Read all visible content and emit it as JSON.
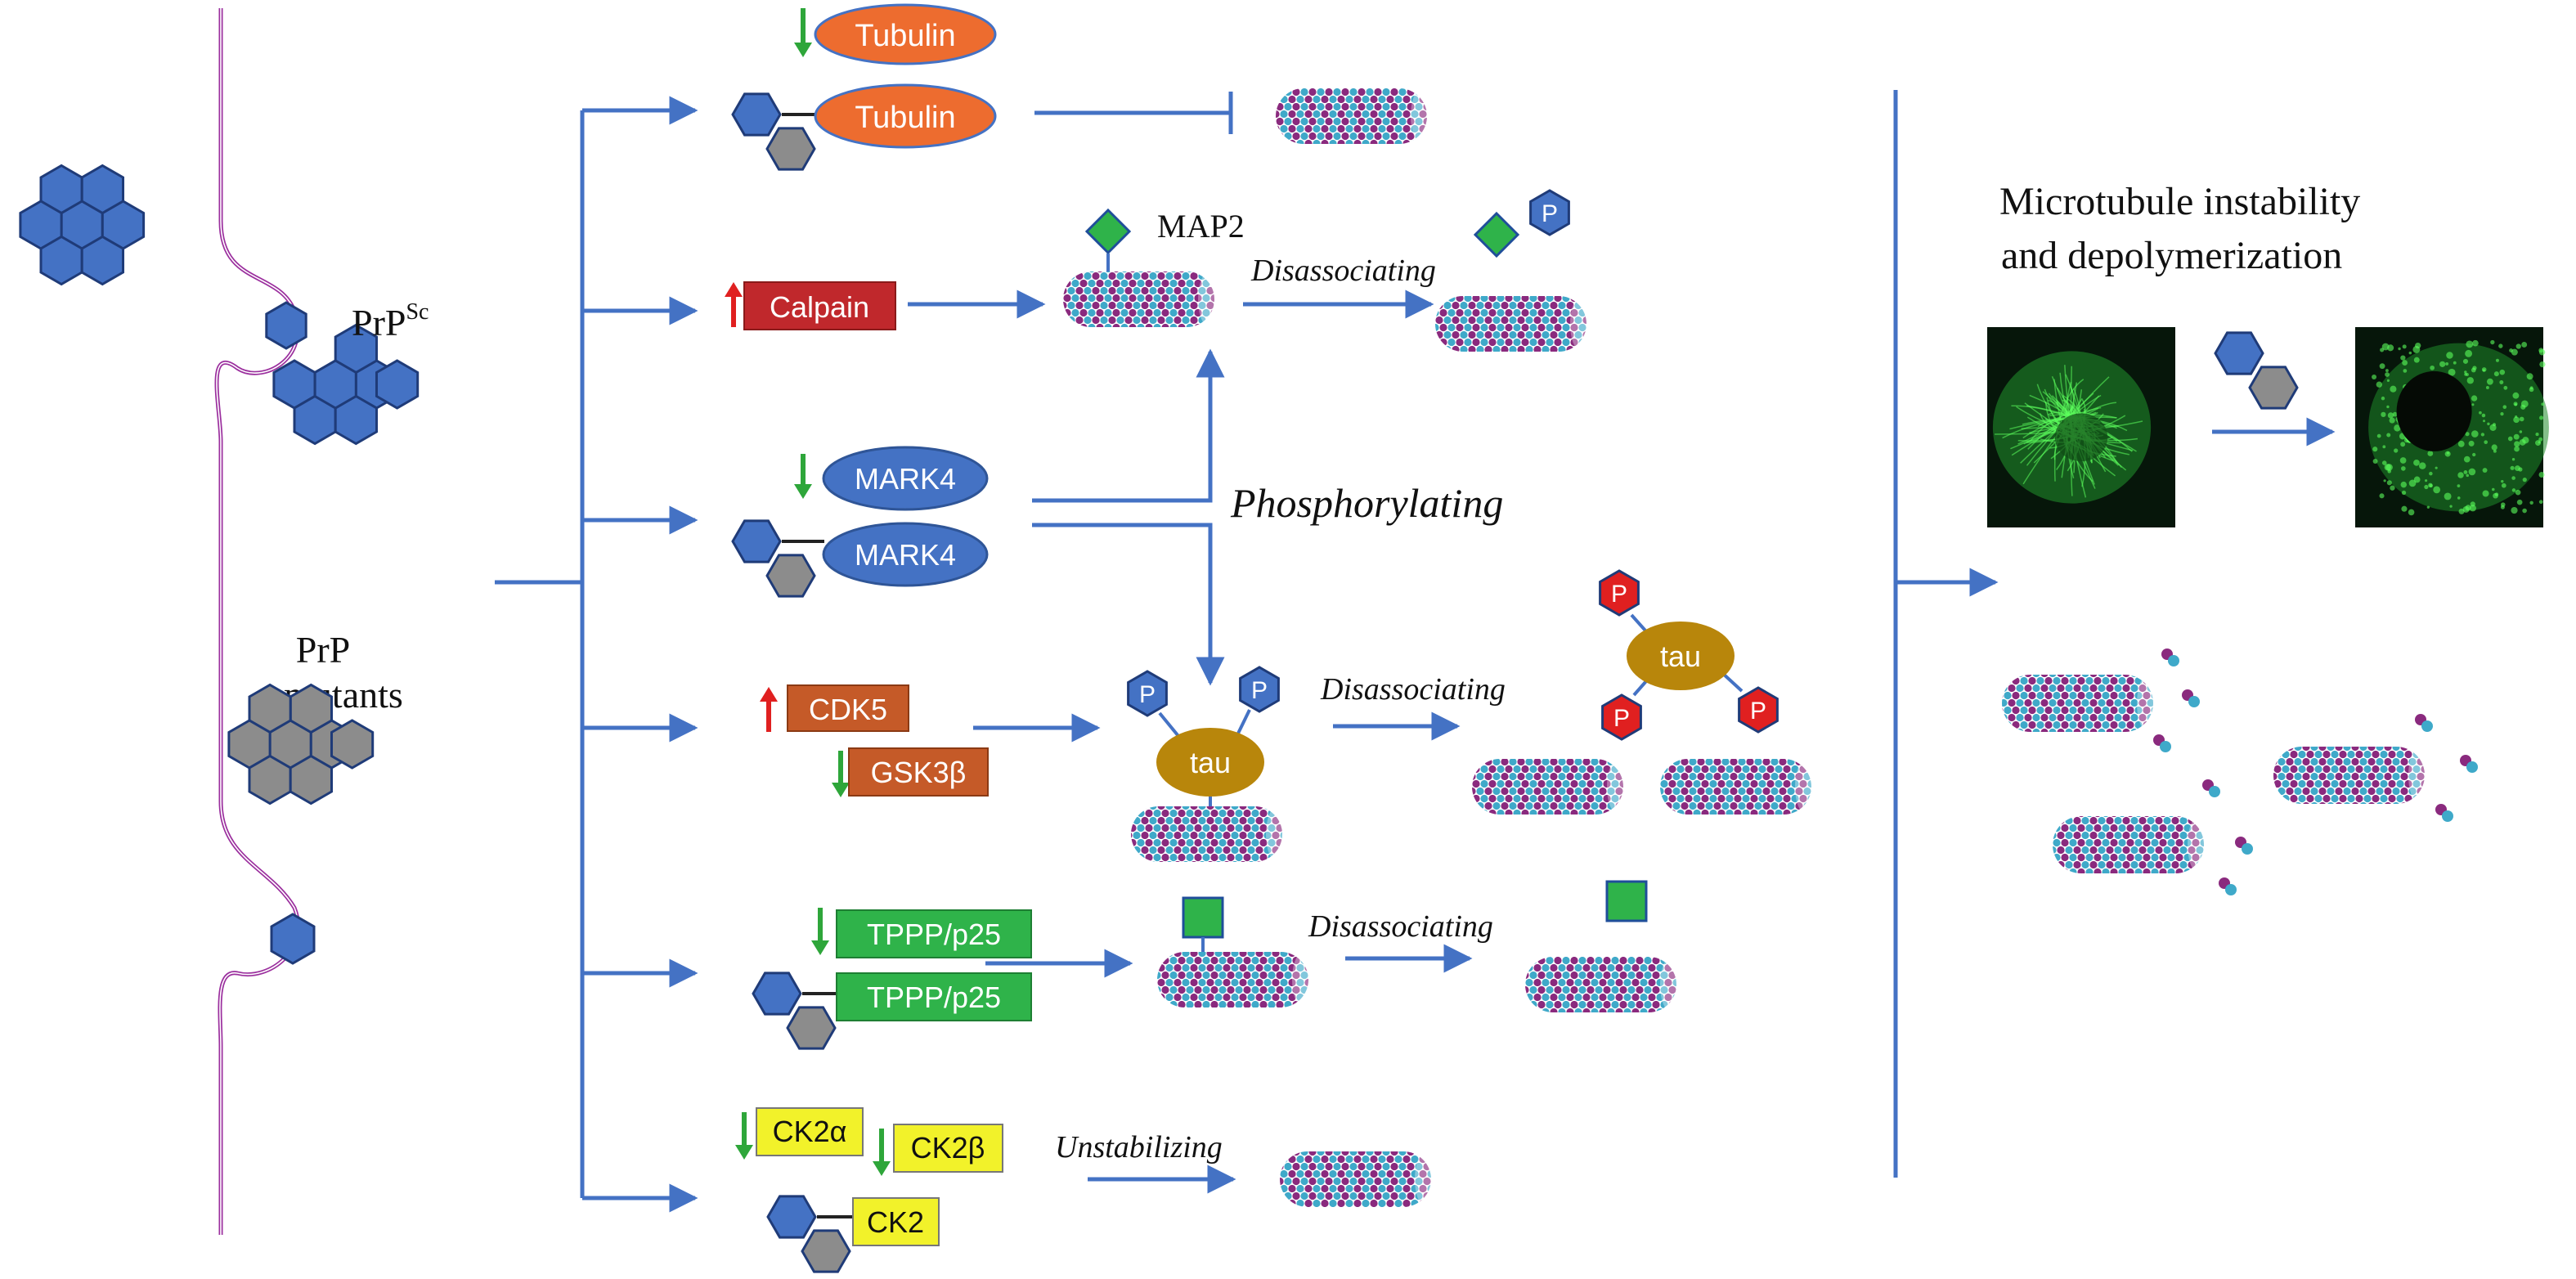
{
  "membrane": {
    "prpsc_label": "PrP",
    "prpsc_sup": "Sc",
    "mutants_line1": "PrP",
    "mutants_line2": "mutants"
  },
  "pathways": {
    "tubulin": {
      "label": "Tubulin"
    },
    "calpain": {
      "label": "Calpain",
      "map2": "MAP2",
      "action": "Disassociating",
      "p": "P"
    },
    "mark4": {
      "label": "MARK4",
      "action": "Phosphorylating"
    },
    "cdk5": {
      "cdk5": "CDK5",
      "gsk3b": "GSK3β",
      "tau": "tau",
      "action": "Disassociating",
      "p": "P"
    },
    "tppp": {
      "label": "TPPP/p25",
      "action": "Disassociating"
    },
    "ck2": {
      "alpha": "CK2α",
      "beta": "CK2β",
      "ck2": "CK2",
      "action": "Unstabilizing"
    }
  },
  "outcome": {
    "title_line1": "Microtubule instability",
    "title_line2": "and depolymerization"
  },
  "colors": {
    "arrow": "#4472c4",
    "prion_blue": "#4472c4",
    "prion_grey": "#8c8c8c",
    "membrane": "#9b2f9e",
    "tubulin": "#ed6c2f",
    "calpain": "#c0282c",
    "mark4": "#4472c4",
    "kinase": "#c55a28",
    "tppp": "#2fb34a",
    "ck2": "#f2f22a",
    "tau": "#b8860b",
    "up_arrow": "#e02020",
    "down_arrow": "#2ea63a",
    "mt_purple": "#8a2a7e",
    "mt_cyan": "#3fa9c9"
  }
}
